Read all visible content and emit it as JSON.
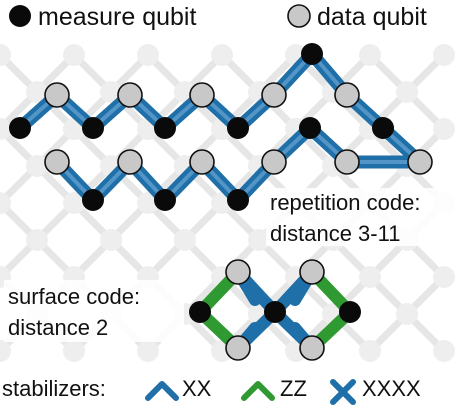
{
  "legend": {
    "measure_label": "measure qubit",
    "data_label": "data qubit"
  },
  "annotations": {
    "repetition_line1": "repetition code:",
    "repetition_line2": "distance 3-11",
    "surface_line1": "surface code:",
    "surface_line2": "distance 2"
  },
  "stabilizers": {
    "label": "stabilizers:",
    "xx": "XX",
    "zz": "ZZ",
    "xxxx": "XXXX"
  },
  "colors": {
    "measure_qubit": "#0a0a0a",
    "data_qubit": "#c8c8c8",
    "xx_stabilizer": "#1f6fa8",
    "zz_stabilizer": "#2f9a32",
    "background_lattice": "#e6e6e6"
  }
}
